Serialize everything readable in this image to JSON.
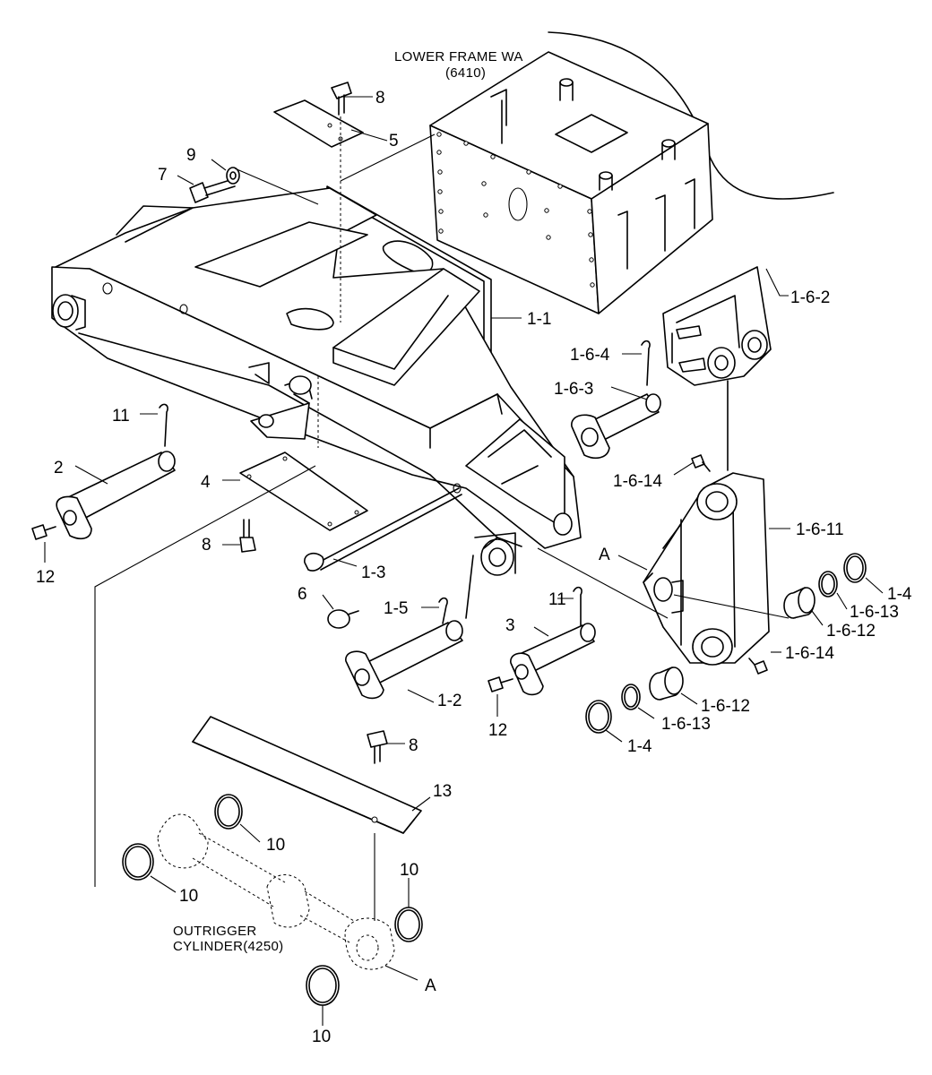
{
  "captions": {
    "lower_frame_line1": "LOWER FRAME WA",
    "lower_frame_line2": "(6410)",
    "cylinder_line1": "OUTRIGGER",
    "cylinder_line2": "CYLINDER(4250)"
  },
  "callouts": {
    "c8_top": "8",
    "c5": "5",
    "c9": "9",
    "c7": "7",
    "c1_1": "1-1",
    "c1_6_2": "1-6-2",
    "c1_6_4": "1-6-4",
    "c1_6_3": "1-6-3",
    "c11_left": "11",
    "c2": "2",
    "c4": "4",
    "c1_6_14_top": "1-6-14",
    "c1_6_11": "1-6-11",
    "c12_left": "12",
    "c8_mid": "8",
    "cA_mid": "A",
    "c1_3": "1-3",
    "c6": "6",
    "c1_5": "1-5",
    "c11_mid": "11",
    "c3": "3",
    "c1_4_right": "1-4",
    "c1_6_13_right": "1-6-13",
    "c1_6_12_right": "1-6-12",
    "c1_6_14_bottom": "1-6-14",
    "c1_2": "1-2",
    "c12_mid": "12",
    "c1_6_12_bottom": "1-6-12",
    "c1_6_13_bottom": "1-6-13",
    "c1_4_bottom": "1-4",
    "c8_bottom": "8",
    "c13": "13",
    "c10_upper": "10",
    "c10_left": "10",
    "c10_right": "10",
    "cA_bottom": "A",
    "c10_bottom": "10"
  }
}
